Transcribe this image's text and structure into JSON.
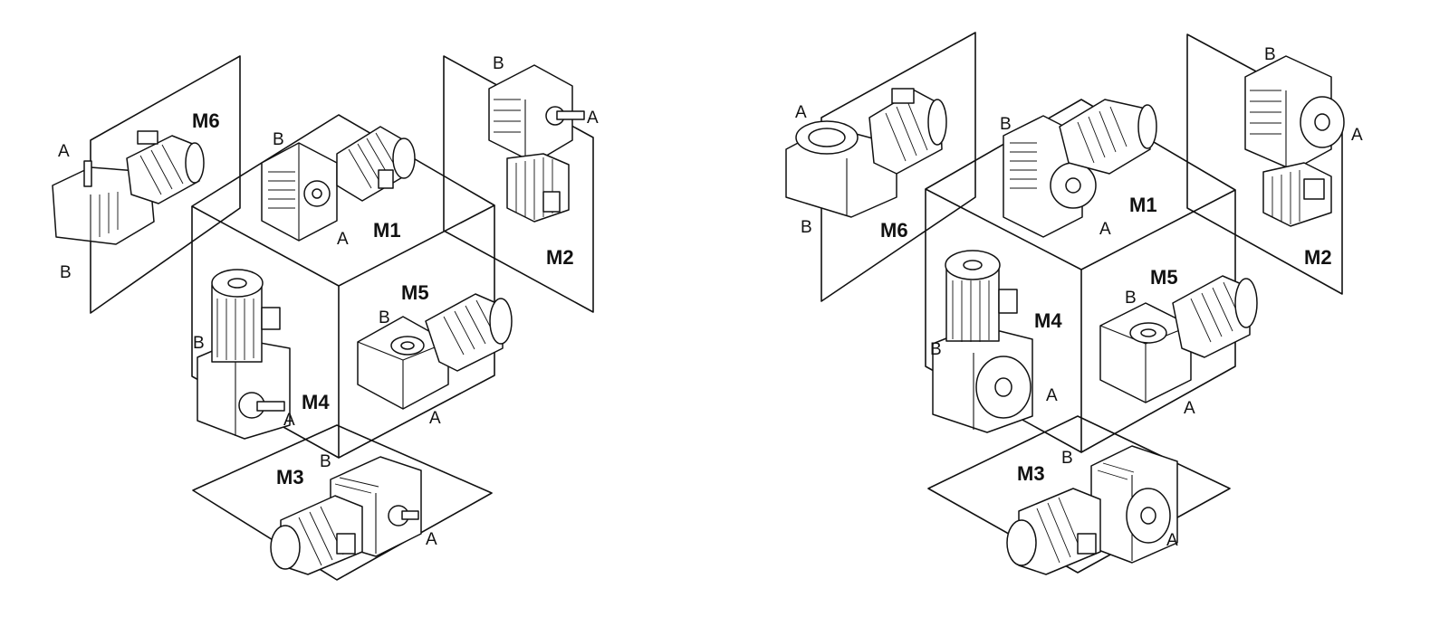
{
  "left": {
    "m1": "M1",
    "m2": "M2",
    "m3": "M3",
    "m4": "M4",
    "m5": "M5",
    "m6": "M6",
    "m1_a": "A",
    "m1_b": "B",
    "m2_a": "A",
    "m2_b": "B",
    "m3_a": "A",
    "m3_b": "B",
    "m4_a": "A",
    "m4_b": "B",
    "m5_a": "A",
    "m5_b": "B",
    "m6_a": "A",
    "m6_b": "B"
  },
  "right": {
    "m1": "M1",
    "m2": "M2",
    "m3": "M3",
    "m4": "M4",
    "m5": "M5",
    "m6": "M6",
    "m1_a": "A",
    "m1_b": "B",
    "m2_a": "A",
    "m2_b": "B",
    "m3_a": "A",
    "m3_b": "B",
    "m4_a": "A",
    "m4_b": "B",
    "m5_a": "A",
    "m5_b": "B",
    "m6_a": "A",
    "m6_b": "B"
  }
}
